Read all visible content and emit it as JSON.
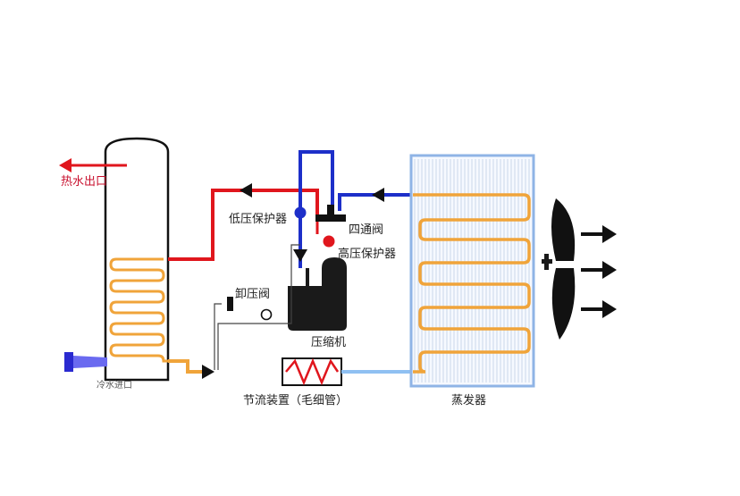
{
  "labels": {
    "hot_water_outlet": "热水出口",
    "low_pressure_protector": "低压保护器",
    "four_way_valve": "四通阀",
    "high_pressure_protector": "高压保护器",
    "relief_valve": "卸压阀",
    "compressor": "压缩机",
    "throttle_device": "节流装置（毛细管）",
    "evaporator": "蒸发器"
  },
  "colors": {
    "hot_line": "#e0161d",
    "cold_line": "#1d2fc9",
    "coil": "#f0a43a",
    "warm_line": "#f0a43a",
    "liquid_line": "#8fc0f2",
    "evaporator_frame": "#8fb4e6",
    "compressor": "#1a1a1a",
    "arrow": "#111111"
  }
}
